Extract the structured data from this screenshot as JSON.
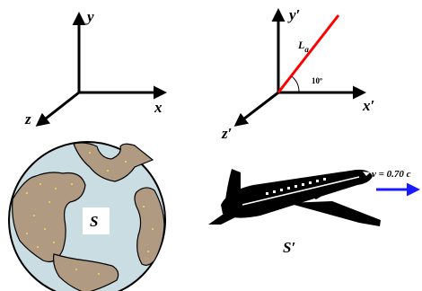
{
  "frame_s": {
    "axis_y": "y",
    "axis_x": "x",
    "axis_z": "z",
    "earth_label": "S"
  },
  "frame_s_prime": {
    "axis_y": "y′",
    "axis_x": "x′",
    "axis_z": "z′",
    "rod_label_main": "L",
    "rod_label_sub": "a",
    "angle_label": "10º",
    "plane_label": "S′"
  },
  "velocity": {
    "label": "v = 0.70 c",
    "arrow_color": "#1a1aff"
  },
  "colors": {
    "rod": "#ff0000",
    "earth_water": "#c9dde2",
    "earth_land": "#b19a82",
    "earth_dots": "#f0e040"
  },
  "icons": {
    "earth": "earth-globe-icon",
    "plane": "airplane-icon"
  }
}
